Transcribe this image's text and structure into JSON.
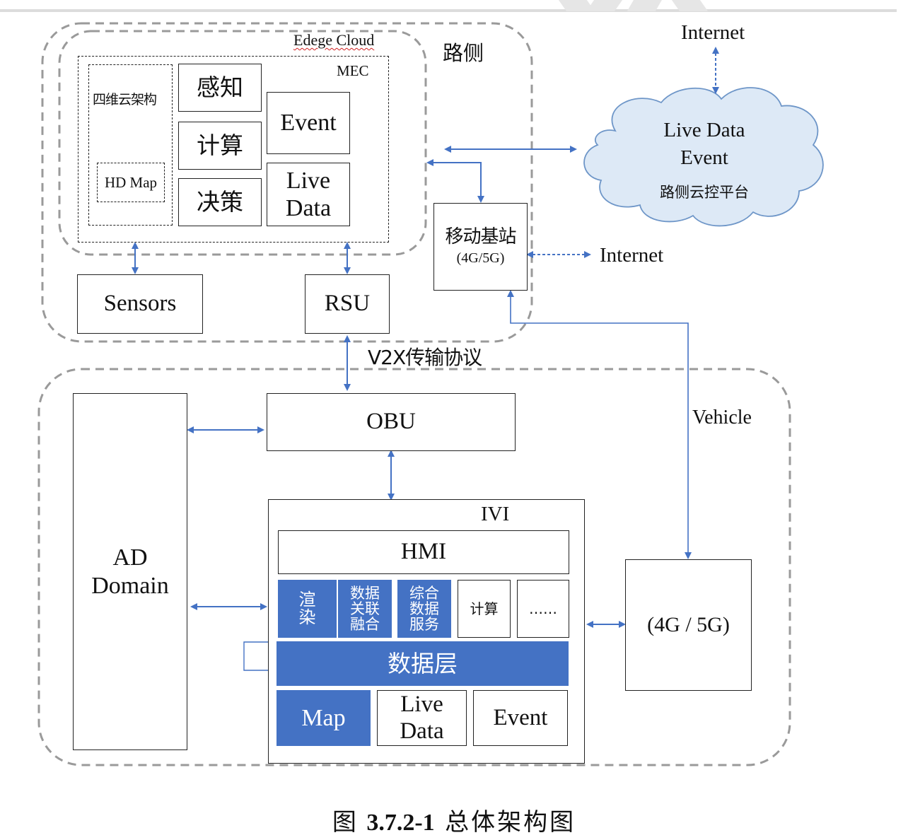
{
  "regions": {
    "roadside_label": "路侧",
    "edge_cloud_label": "Edege Cloud",
    "mec_label": "MEC",
    "vehicle_label": "Vehicle"
  },
  "edge": {
    "four_d_cloud": "四维云架构",
    "hd_map": "HD Map",
    "perception": "感知",
    "compute": "计算",
    "decision": "决策",
    "event": "Event",
    "live_data": "Live\nData"
  },
  "roadside": {
    "sensors": "Sensors",
    "rsu": "RSU",
    "base_station": "移动基站",
    "base_station_sub": "(4G/5G)",
    "internet_right": "Internet"
  },
  "cloud": {
    "internet_top": "Internet",
    "line1": "Live Data",
    "line2": "Event",
    "line3": "路侧云控平台",
    "fill_color": "#dde9f6",
    "stroke_color": "#6e96c8"
  },
  "link": {
    "v2x_label": "V2X传输协议"
  },
  "vehicle": {
    "ad_domain": "AD\nDomain",
    "obu": "OBU",
    "ivi": "IVI",
    "hmi": "HMI",
    "modules": [
      {
        "label": "渲\n染",
        "style": "blue"
      },
      {
        "label": "数据\n关联\n融合",
        "style": "blue"
      },
      {
        "label": "综合\n数据\n服务",
        "style": "blue"
      },
      {
        "label": "计算",
        "style": "white"
      },
      {
        "label": "……",
        "style": "white"
      }
    ],
    "data_layer": "数据层",
    "map": "Map",
    "live_data": "Live\nData",
    "event": "Event",
    "cellular": "(4G / 5G)"
  },
  "colors": {
    "accent_blue": "#4472c4",
    "arrow_blue": "#4472c4",
    "dashed_region": "#9a9a9a"
  },
  "caption": {
    "prefix": "图",
    "number": "3.7.2-1",
    "title": "总体架构图"
  }
}
